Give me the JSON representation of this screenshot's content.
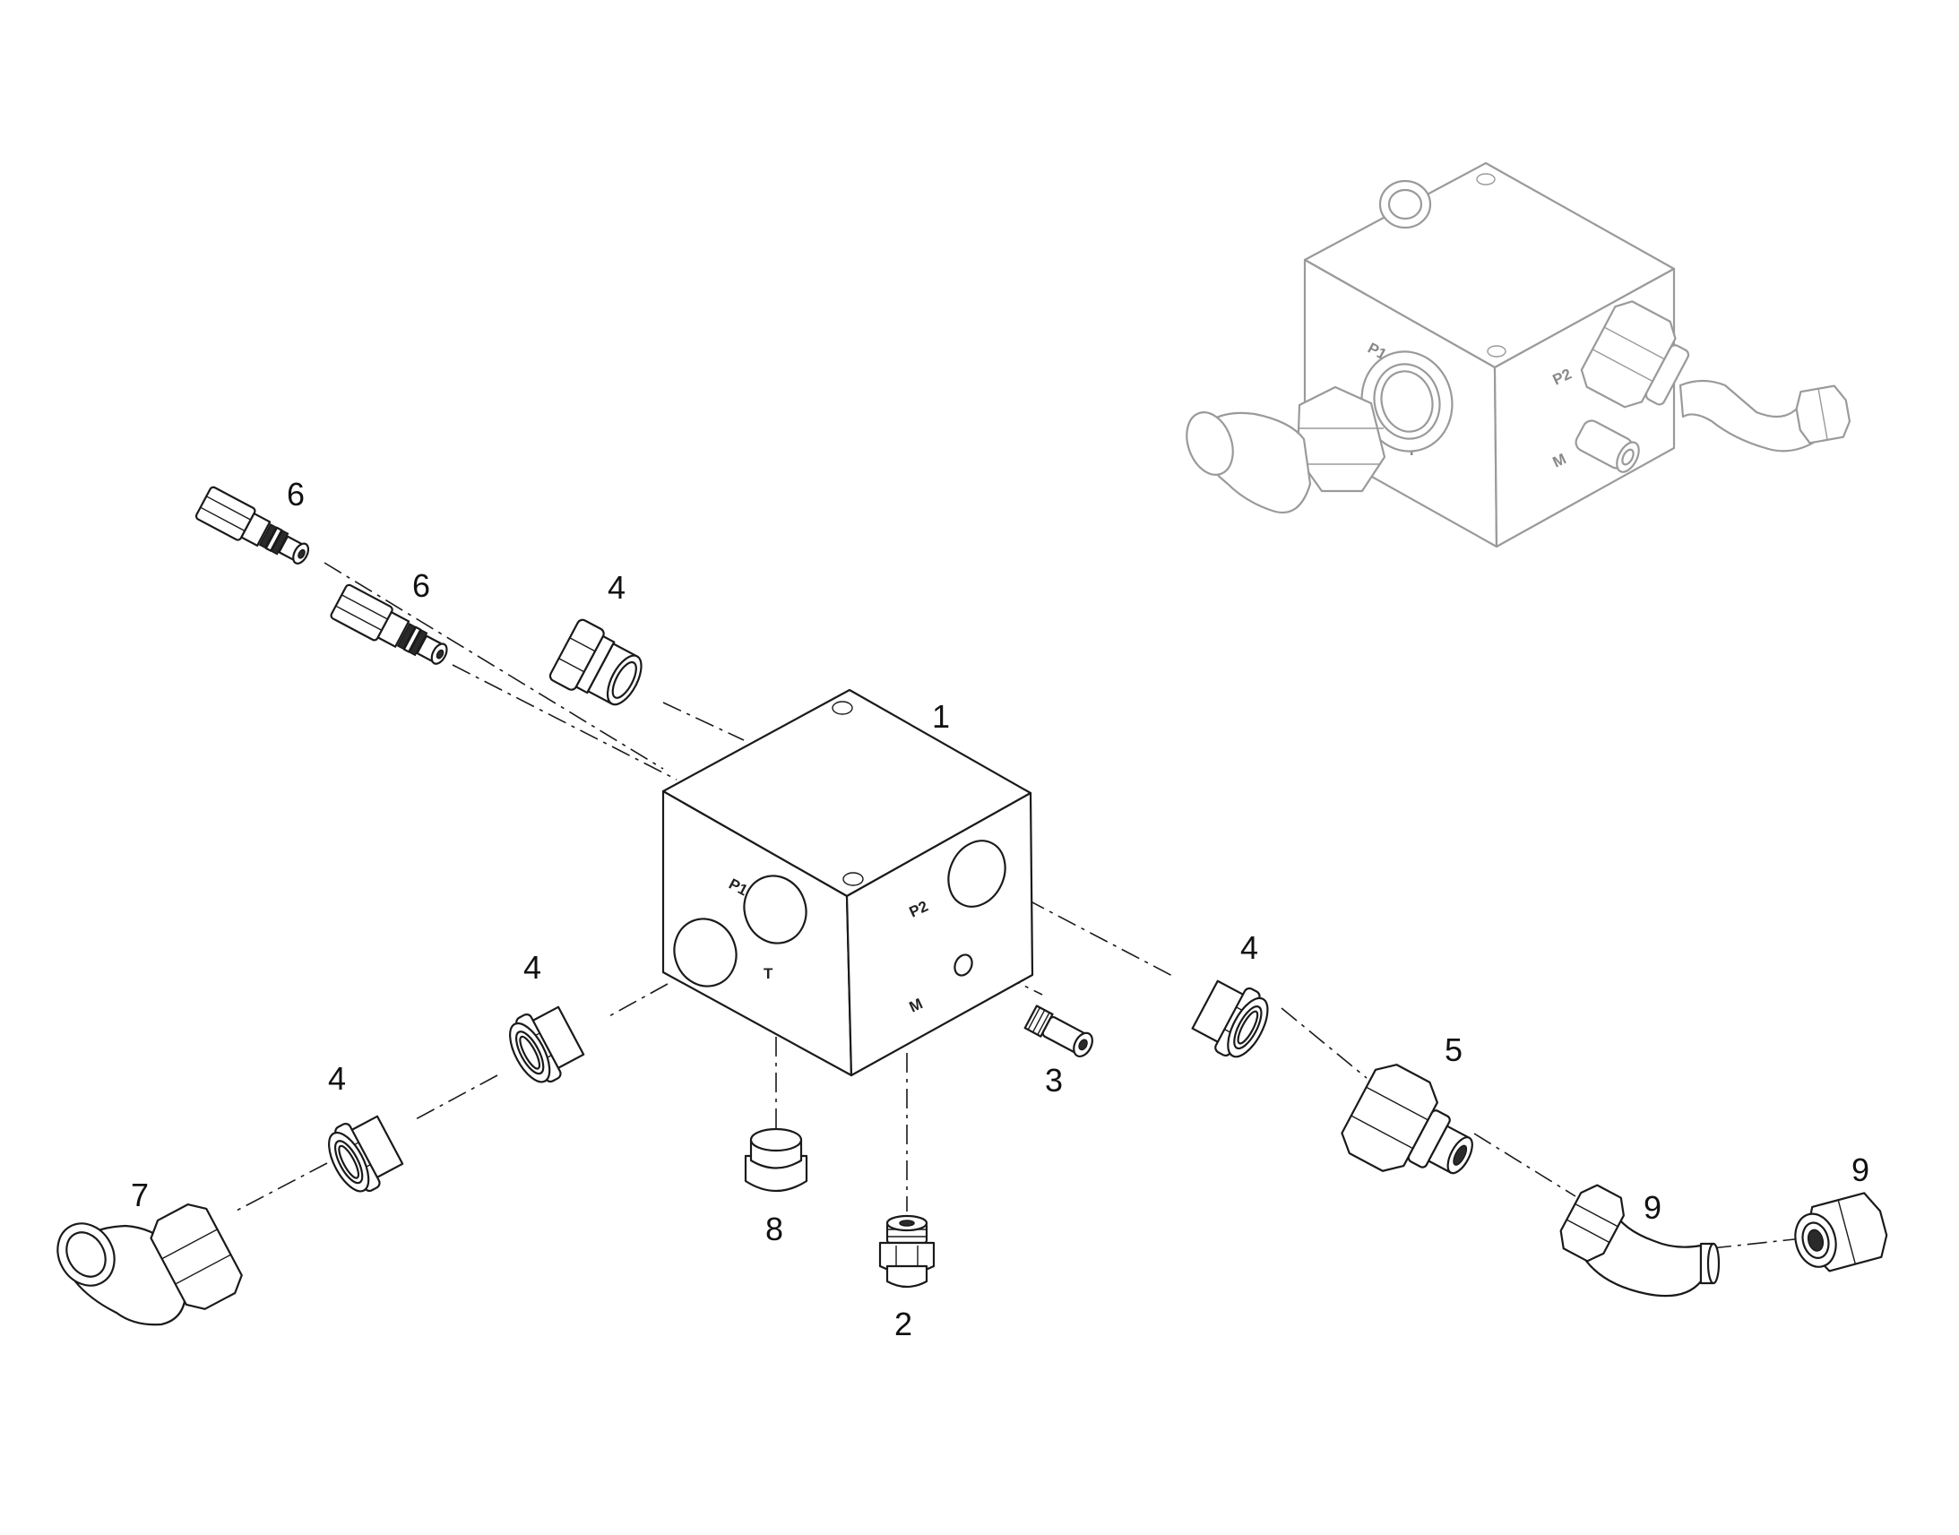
{
  "callouts": {
    "c1": "1",
    "c2": "2",
    "c3": "3",
    "c4a": "4",
    "c4b": "4",
    "c4c": "4",
    "c4d": "4",
    "c5": "5",
    "c6a": "6",
    "c6b": "6",
    "c7": "7",
    "c8": "8",
    "c9a": "9",
    "c9b": "9"
  },
  "ports": {
    "p1": "P1",
    "t": "T",
    "p2": "P2",
    "m": "M"
  },
  "inset_ports": {
    "p1": "P1",
    "t": "T",
    "p2": "P2",
    "m": "M"
  },
  "colors": {
    "line": "#1a1a1a",
    "ghost_line": "#9a9a9a",
    "background": "#ffffff"
  }
}
